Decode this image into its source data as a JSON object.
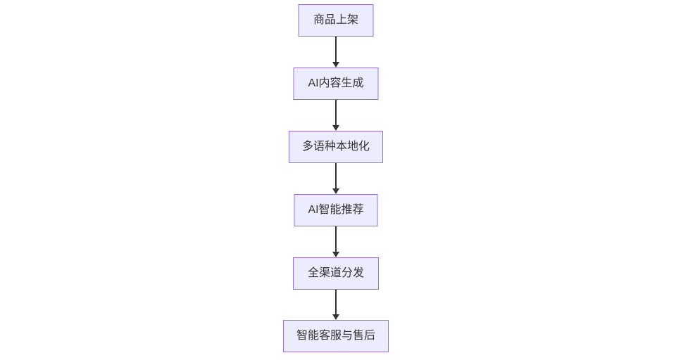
{
  "flowchart": {
    "type": "vertical-flowchart",
    "background": "#FFFFFF",
    "node_style": {
      "fill": "#ECECFF",
      "border": "#9370DB",
      "text_color": "#333333"
    },
    "edge_style": {
      "color": "#333333",
      "arrowhead": "filled-triangle-down"
    },
    "nodes": [
      {
        "label": "商品上架"
      },
      {
        "label": "AI内容生成"
      },
      {
        "label": "多语种本地化"
      },
      {
        "label": "AI智能推荐"
      },
      {
        "label": "全渠道分发"
      },
      {
        "label": "智能客服与售后"
      }
    ],
    "edges": [
      {
        "from": "商品上架",
        "to": "AI内容生成"
      },
      {
        "from": "AI内容生成",
        "to": "多语种本地化"
      },
      {
        "from": "多语种本地化",
        "to": "AI智能推荐"
      },
      {
        "from": "AI智能推荐",
        "to": "全渠道分发"
      },
      {
        "from": "全渠道分发",
        "to": "智能客服与售后"
      }
    ]
  }
}
